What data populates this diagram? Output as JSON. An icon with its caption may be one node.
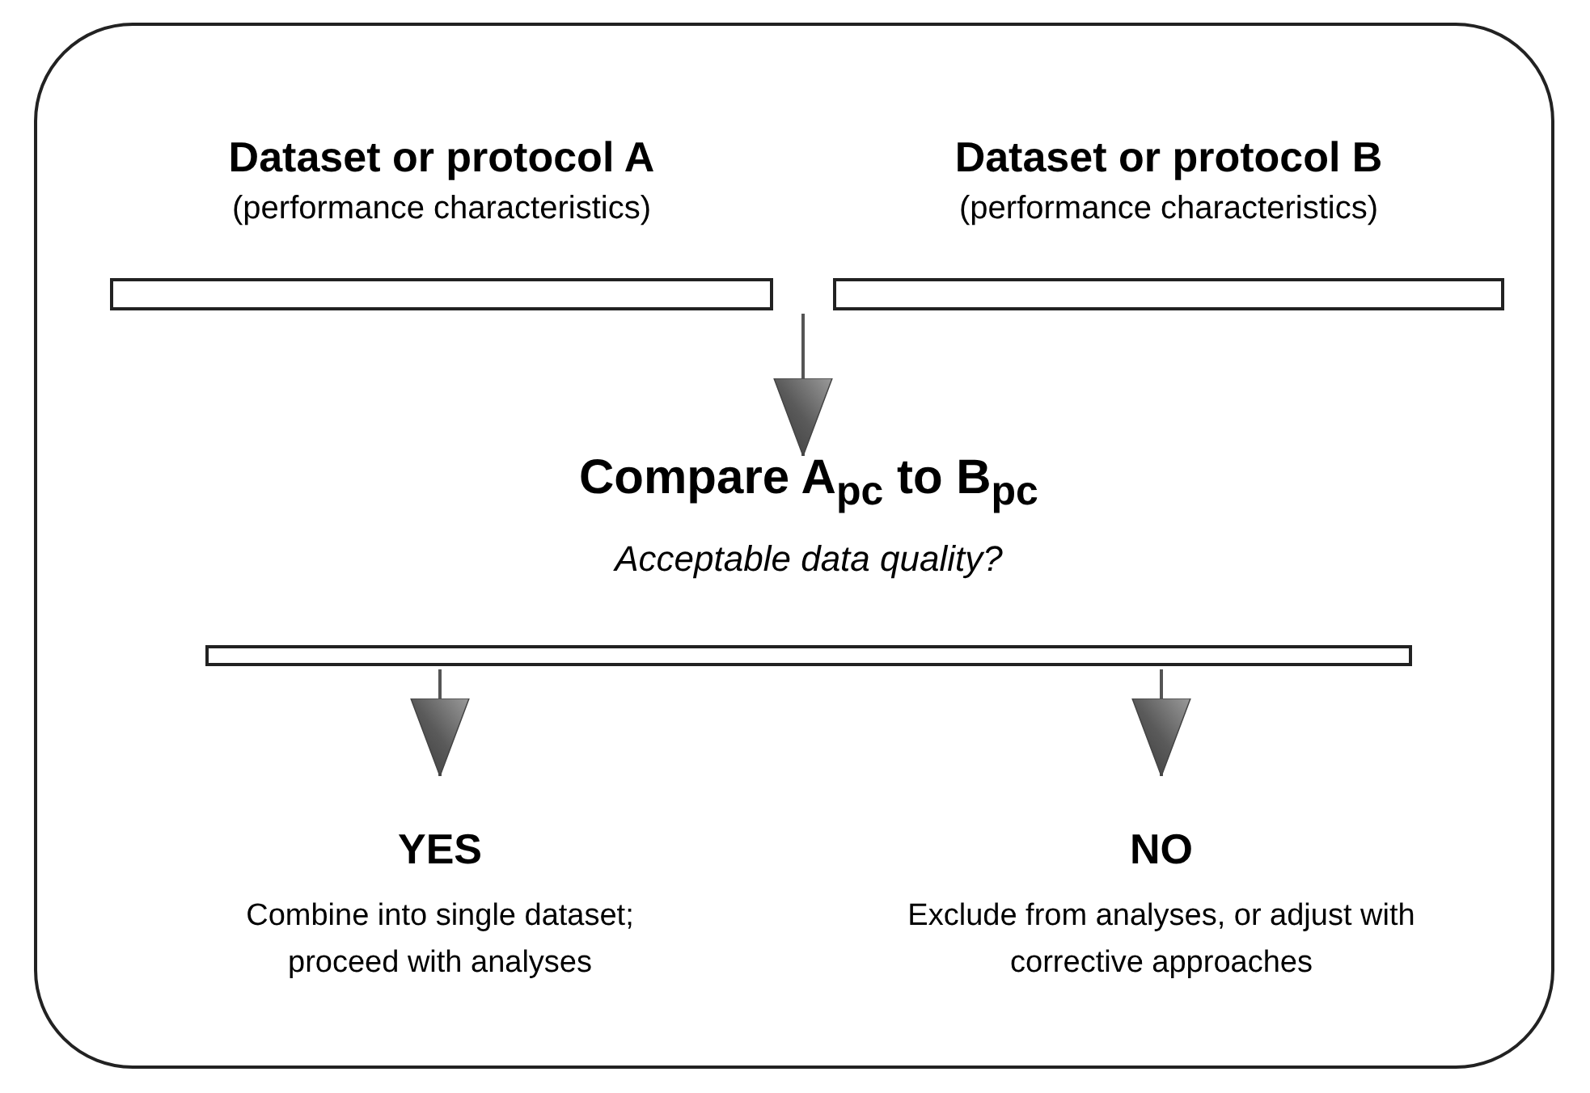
{
  "diagram": {
    "nodes": [
      {
        "text": [
          "Dataset or protocol A",
          "(performance characteristics)"
        ]
      },
      {
        "text": [
          "Dataset or protocol B",
          "(performance characteristics)"
        ]
      },
      {
        "text": [
          "Compare A$_{pc}$ to B$_{pc}$",
          "Acceptable data quality?"
        ]
      },
      {
        "text": [
          "YES",
          "Combine into single dataset; proceed with analyses"
        ]
      },
      {
        "text": [
          "NO",
          "Exclude from analyses, or adjust with corrective approaches"
        ]
      }
    ],
    "edges": [
      {
        "from": 0,
        "to": 2,
        "arrow": "to"
      },
      {
        "from": 1,
        "to": 2,
        "arrow": "to"
      },
      {
        "from": 2,
        "to": 3,
        "arrow": "to"
      },
      {
        "from": 2,
        "to": 4,
        "arrow": "to"
      }
    ]
  }
}
